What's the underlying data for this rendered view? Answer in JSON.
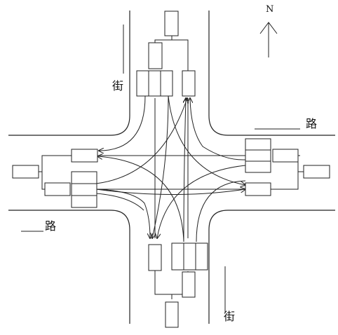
{
  "labels": {
    "street_top": "街",
    "street_bottom": "街",
    "road_right": "路",
    "road_left": "路",
    "north": "N"
  }
}
